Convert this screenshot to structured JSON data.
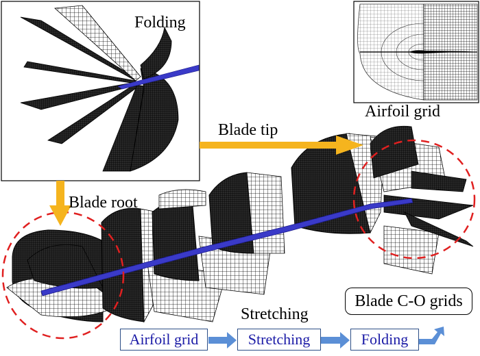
{
  "labels": {
    "folding": "Folding",
    "airfoil_grid_title": "Airfoil grid",
    "blade_tip": "Blade tip",
    "blade_root": "Blade root",
    "stretching": "Stretching",
    "blade_co_grids": "Blade C-O grids"
  },
  "flow": {
    "step1": "Airfoil grid",
    "step2": "Stretching",
    "step3": "Folding"
  },
  "colors": {
    "yellow_arrow": "#f5b41e",
    "blue_arrow": "#5b8fd6",
    "red_circle": "#e02020",
    "blade_axis": "#3a3ac8",
    "flow_text": "#1a1aa6"
  }
}
